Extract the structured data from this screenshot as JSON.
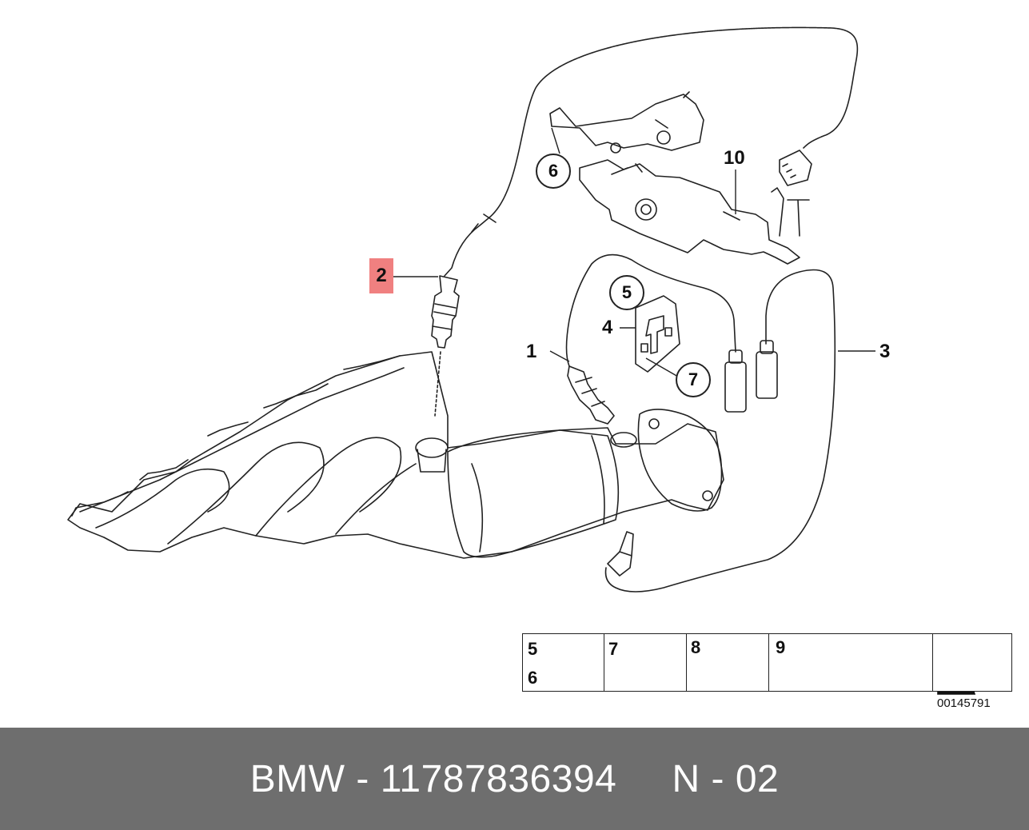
{
  "callouts": {
    "c1": "1",
    "c2": "2",
    "c3": "3",
    "c4": "4",
    "c5": "5",
    "c6": "6",
    "c7": "7",
    "c10": "10"
  },
  "legend": {
    "cell_a_top": "5",
    "cell_a_bottom": "6",
    "cell_b": "7",
    "cell_c": "8",
    "cell_d": "9"
  },
  "drawing_number": "00145791",
  "footer": {
    "brand": "BMW",
    "part_number": "11787836394",
    "position": "N - 02",
    "text": "BMW - 11787836394     N - 02"
  },
  "colors": {
    "highlight": "#f08080",
    "footer_bg": "#6e6e6e",
    "footer_text": "#ffffff"
  }
}
